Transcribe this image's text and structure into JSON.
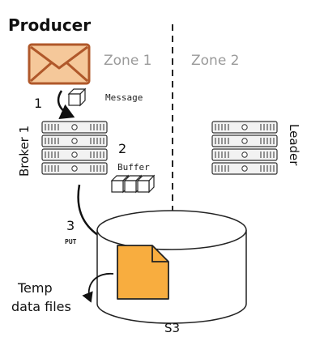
{
  "producer": {
    "title": "Producer"
  },
  "zones": {
    "left": "Zone 1",
    "right": "Zone 2"
  },
  "steps": {
    "one": {
      "number": "1",
      "label": "Message"
    },
    "two": {
      "number": "2",
      "label": "Buffer"
    },
    "three": {
      "number": "3",
      "label": "PUT"
    }
  },
  "brokers": {
    "left": "Broker 1",
    "right": "Leader"
  },
  "storage": {
    "label": "S3",
    "files_label_line1": "Temp",
    "files_label_line2": "data files"
  },
  "colors": {
    "envelope": "#f5c89a",
    "file": "#f8ad3f",
    "ink": "#111111",
    "zone_text": "#9a9a9a"
  }
}
